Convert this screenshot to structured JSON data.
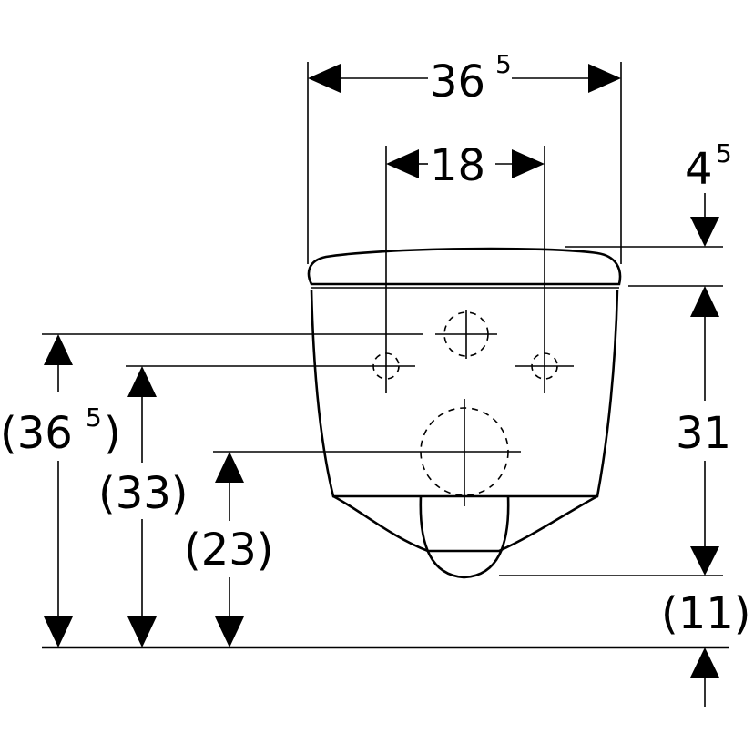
{
  "dimensions": {
    "width_total": {
      "main": "36",
      "sup": "5"
    },
    "fixing_spacing": "18",
    "seat_overhang": {
      "main": "4",
      "sup": "5"
    },
    "inlet_height": {
      "open": "(",
      "main": "36",
      "sup": "5",
      "close": ")"
    },
    "fixing_height": "(33)",
    "outlet_height": "(23)",
    "pan_height": "31",
    "floor_gap": "(11)"
  },
  "colors": {
    "line": "#000000",
    "background": "#ffffff"
  }
}
